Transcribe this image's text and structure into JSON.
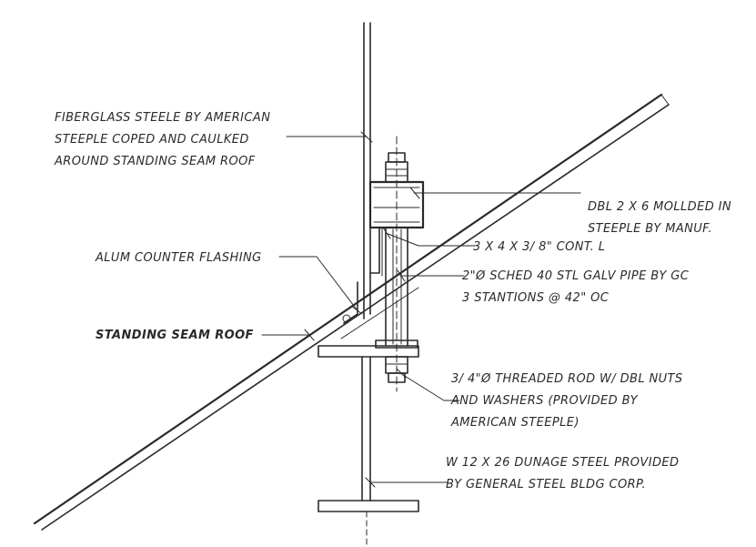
{
  "notes": {
    "fiberglass_steeple": [
      "FIBERGLASS STEELE BY AMERICAN",
      "STEEPLE COPED AND CAULKED",
      "AROUND STANDING SEAM ROOF"
    ],
    "dbl_2x6": [
      "DBL 2 X 6 MOLLDED IN",
      "STEEPLE BY MANUF."
    ],
    "angle": "3 X 4 X 3/ 8\" CONT. L",
    "pipe": [
      "2\"Ø SCHED 40 STL GALV PIPE BY GC",
      "3 STANTIONS @ 42\" OC"
    ],
    "counter_flashing": "ALUM COUNTER FLASHING",
    "standing_seam": "STANDING SEAM ROOF",
    "threaded_rod": [
      "3/ 4\"Ø THREADED ROD W/ DBL NUTS",
      "AND WASHERS (PROVIDED BY",
      "AMERICAN STEEPLE)"
    ],
    "dunnage": [
      "W 12 X 26 DUNAGE STEEL PROVIDED",
      "BY GENERAL STEEL BLDG CORP."
    ]
  },
  "colors": {
    "ink": "#2a2a2a",
    "paper": "#ffffff"
  }
}
